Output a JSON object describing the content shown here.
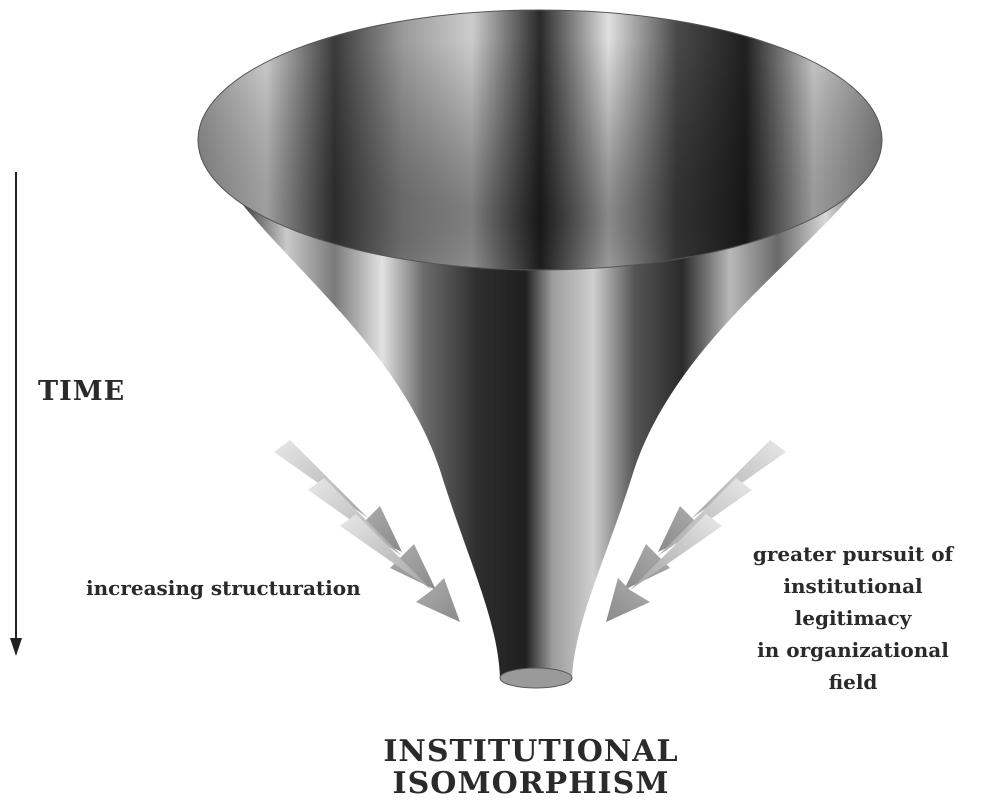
{
  "labels": {
    "time": "TIME",
    "left_force": "increasing structuration",
    "right_force_lines": [
      "greater pursuit of",
      "institutional legitimacy",
      "in organizational",
      "field"
    ],
    "result_lines": [
      "INSTITUTIONAL",
      "ISOMORPHISM"
    ]
  },
  "colors": {
    "stripe_dark": "#2b2b2b",
    "stripe_mid": "#8c8c8c",
    "stripe_light": "#d9d9d9",
    "arrow_gray": "#8f8f8f",
    "text": "#2a2a2a"
  },
  "icons": {
    "time_arrow": "down-arrow-icon",
    "force_arrows": "diagonal-arrow-icon"
  }
}
